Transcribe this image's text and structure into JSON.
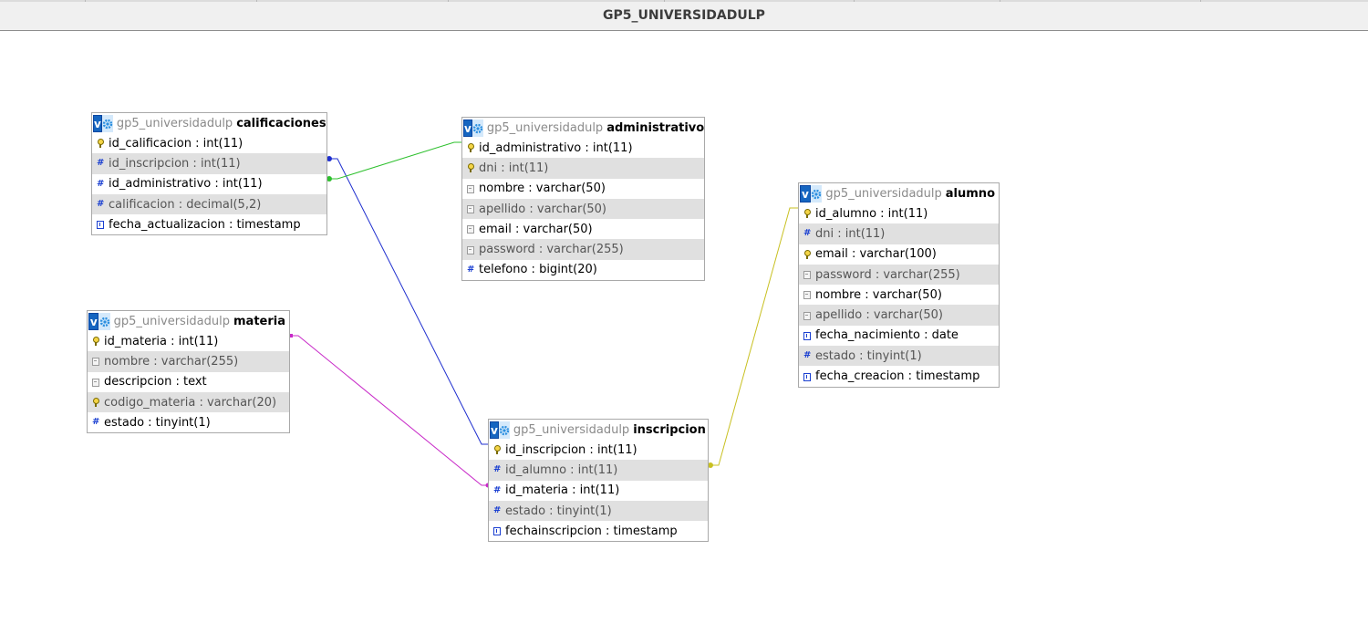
{
  "window": {
    "title": "GP5_UNIVERSIDADULP"
  },
  "tables": {
    "calificaciones": {
      "db": "gp5_universidadulp",
      "name": "calificaciones",
      "columns": [
        {
          "label": "id_calificacion : int(11)",
          "icon": "key-icon"
        },
        {
          "label": "id_inscripcion : int(11)",
          "icon": "number-icon"
        },
        {
          "label": "id_administrativo : int(11)",
          "icon": "number-icon"
        },
        {
          "label": "calificacion : decimal(5,2)",
          "icon": "number-icon"
        },
        {
          "label": "fecha_actualizacion : timestamp",
          "icon": "timestamp-icon"
        }
      ]
    },
    "administrativo": {
      "db": "gp5_universidadulp",
      "name": "administrativo",
      "columns": [
        {
          "label": "id_administrativo : int(11)",
          "icon": "key-icon"
        },
        {
          "label": "dni : int(11)",
          "icon": "key-icon"
        },
        {
          "label": "nombre : varchar(50)",
          "icon": "text-icon"
        },
        {
          "label": "apellido : varchar(50)",
          "icon": "text-icon"
        },
        {
          "label": "email : varchar(50)",
          "icon": "text-icon"
        },
        {
          "label": "password : varchar(255)",
          "icon": "text-icon"
        },
        {
          "label": "telefono : bigint(20)",
          "icon": "number-icon"
        }
      ]
    },
    "alumno": {
      "db": "gp5_universidadulp",
      "name": "alumno",
      "columns": [
        {
          "label": "id_alumno : int(11)",
          "icon": "key-icon"
        },
        {
          "label": "dni : int(11)",
          "icon": "number-icon"
        },
        {
          "label": "email : varchar(100)",
          "icon": "key-icon"
        },
        {
          "label": "password : varchar(255)",
          "icon": "text-icon"
        },
        {
          "label": "nombre : varchar(50)",
          "icon": "text-icon"
        },
        {
          "label": "apellido : varchar(50)",
          "icon": "text-icon"
        },
        {
          "label": "fecha_nacimiento : date",
          "icon": "timestamp-icon"
        },
        {
          "label": "estado : tinyint(1)",
          "icon": "number-icon"
        },
        {
          "label": "fecha_creacion : timestamp",
          "icon": "timestamp-icon"
        }
      ]
    },
    "materia": {
      "db": "gp5_universidadulp",
      "name": "materia",
      "columns": [
        {
          "label": "id_materia : int(11)",
          "icon": "key-icon"
        },
        {
          "label": "nombre : varchar(255)",
          "icon": "text-icon"
        },
        {
          "label": "descripcion : text",
          "icon": "text-icon"
        },
        {
          "label": "codigo_materia : varchar(20)",
          "icon": "key-icon"
        },
        {
          "label": "estado : tinyint(1)",
          "icon": "number-icon"
        }
      ]
    },
    "inscripcion": {
      "db": "gp5_universidadulp",
      "name": "inscripcion",
      "columns": [
        {
          "label": "id_inscripcion : int(11)",
          "icon": "key-icon"
        },
        {
          "label": "id_alumno : int(11)",
          "icon": "number-icon"
        },
        {
          "label": "id_materia : int(11)",
          "icon": "number-icon"
        },
        {
          "label": "estado : tinyint(1)",
          "icon": "number-icon"
        },
        {
          "label": "fechainscripcion : timestamp",
          "icon": "timestamp-icon"
        }
      ]
    }
  },
  "relations": [
    {
      "from": "calificaciones.id_inscripcion",
      "to": "inscripcion.id_inscripcion",
      "color": "#1f2fcf"
    },
    {
      "from": "calificaciones.id_administrativo",
      "to": "administrativo.id_administrativo",
      "color": "#2ec02e"
    },
    {
      "from": "materia.id_materia",
      "to": "inscripcion.id_materia",
      "color": "#c82ac8"
    },
    {
      "from": "inscripcion.id_alumno",
      "to": "alumno.id_alumno",
      "color": "#c8c021"
    }
  ],
  "header_icons": {
    "view": "view-toggle-icon",
    "options": "gear-icon",
    "view_letter": "v"
  }
}
